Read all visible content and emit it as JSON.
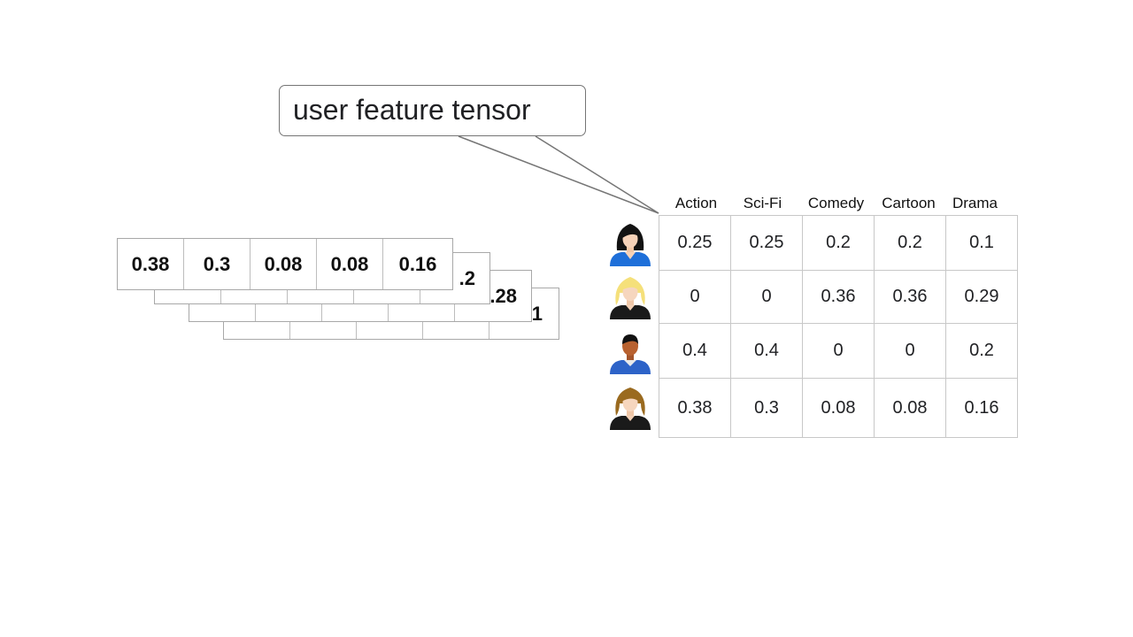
{
  "callout": {
    "text": "user feature tensor"
  },
  "genres": [
    "Action",
    "Sci-Fi",
    "Comedy",
    "Cartoon",
    "Drama"
  ],
  "front_row": {
    "values": [
      "0.38",
      "0.3",
      "0.08",
      "0.08",
      "0.16"
    ]
  },
  "back_rows": [
    {
      "visible_value": "1"
    },
    {
      "visible_value": ".28"
    },
    {
      "visible_value": ".2"
    }
  ],
  "users": [
    {
      "icon": "user-dark-hair-woman-icon",
      "values": [
        "0.25",
        "0.25",
        "0.2",
        "0.2",
        "0.1"
      ]
    },
    {
      "icon": "user-blonde-woman-icon",
      "values": [
        "0",
        "0",
        "0.36",
        "0.36",
        "0.29"
      ]
    },
    {
      "icon": "user-man-icon",
      "values": [
        "0.4",
        "0.4",
        "0",
        "0",
        "0.2"
      ]
    },
    {
      "icon": "user-brown-hair-woman-icon",
      "values": [
        "0.38",
        "0.3",
        "0.08",
        "0.08",
        "0.16"
      ]
    }
  ],
  "colors": {
    "border": "#757575",
    "grid": "#c8c8c8",
    "shirt_blue": "#1e6fd9",
    "shirt_black": "#1a1a1a"
  }
}
